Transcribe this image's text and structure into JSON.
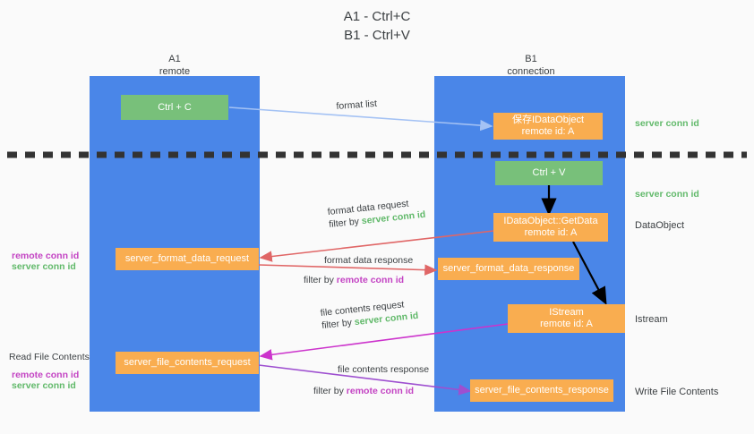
{
  "title": {
    "line1": "A1 - Ctrl+C",
    "line2": "B1 - Ctrl+V"
  },
  "colors": {
    "lane": "#4a86e8",
    "node_green": "#78c07a",
    "node_orange": "#f9ad50",
    "arrow_blue": "#a4c2f4",
    "arrow_red": "#e06666",
    "arrow_magenta": "#cc33cc",
    "arrow_purple": "#9e4fd0",
    "arrow_black": "#000000",
    "text_green": "#61b96a",
    "text_purple": "#c343c3",
    "background": "#fafafa"
  },
  "lanes": [
    {
      "id": "a1",
      "title": "A1",
      "subtitle": "remote"
    },
    {
      "id": "b1",
      "title": "B1",
      "subtitle": "connection"
    }
  ],
  "nodes": [
    {
      "id": "ctrl-c",
      "lane": "a1",
      "style": "green",
      "line1": "Ctrl + C",
      "line2": ""
    },
    {
      "id": "save-idataobject",
      "lane": "b1",
      "style": "orange",
      "line1": "保存IDataObject",
      "line2": "remote id: A"
    },
    {
      "id": "ctrl-v",
      "lane": "b1",
      "style": "green",
      "line1": "Ctrl + V",
      "line2": ""
    },
    {
      "id": "getdata",
      "lane": "b1",
      "style": "orange",
      "line1": "IDataObject::GetData",
      "line2": "remote id: A"
    },
    {
      "id": "server-format-data-request",
      "lane": "a1",
      "style": "orange",
      "line1": "server_format_data_request",
      "line2": ""
    },
    {
      "id": "server-format-data-response",
      "lane": "b1",
      "style": "orange",
      "line1": "server_format_data_response",
      "line2": ""
    },
    {
      "id": "istream",
      "lane": "b1",
      "style": "orange",
      "line1": "IStream",
      "line2": "remote id: A"
    },
    {
      "id": "server-file-contents-request",
      "lane": "a1",
      "style": "orange",
      "line1": "server_file_contents_request",
      "line2": ""
    },
    {
      "id": "server-file-contents-response",
      "lane": "b1",
      "style": "orange",
      "line1": "server_file_contents_response",
      "line2": ""
    }
  ],
  "arrow_labels": [
    {
      "id": "format-list",
      "text": "format list",
      "filter_prefix": "",
      "filter_value": "",
      "filter_kind": ""
    },
    {
      "id": "format-data-request",
      "text": "format data request",
      "filter_prefix": "filter by ",
      "filter_value": "server conn id",
      "filter_kind": "green"
    },
    {
      "id": "format-data-response",
      "text": "format data response",
      "filter_prefix": "filter by ",
      "filter_value": "remote conn id",
      "filter_kind": "purple"
    },
    {
      "id": "file-contents-request",
      "text": "file contents request",
      "filter_prefix": "filter by ",
      "filter_value": "server conn id",
      "filter_kind": "green"
    },
    {
      "id": "file-contents-response",
      "text": "file contents response",
      "filter_prefix": "filter by ",
      "filter_value": "remote conn id",
      "filter_kind": "purple"
    }
  ],
  "side_labels": {
    "right": [
      {
        "id": "server-conn-id-top",
        "text": "server conn id",
        "kind": "green"
      },
      {
        "id": "server-conn-id-second",
        "text": "server conn id",
        "kind": "green"
      },
      {
        "id": "dataobject",
        "text": "DataObject",
        "kind": "dark"
      },
      {
        "id": "istream",
        "text": "Istream",
        "kind": "dark"
      },
      {
        "id": "write-file-contents",
        "text": "Write File Contents",
        "kind": "dark"
      }
    ],
    "left": [
      {
        "id": "remote-conn-id-mid",
        "text": "remote conn id",
        "kind": "purple"
      },
      {
        "id": "server-conn-id-mid",
        "text": "server conn id",
        "kind": "green"
      },
      {
        "id": "read-file-contents",
        "text": "Read File Contents",
        "kind": "dark"
      },
      {
        "id": "remote-conn-id-low",
        "text": "remote conn id",
        "kind": "purple"
      },
      {
        "id": "server-conn-id-low",
        "text": "server conn id",
        "kind": "green"
      }
    ]
  }
}
